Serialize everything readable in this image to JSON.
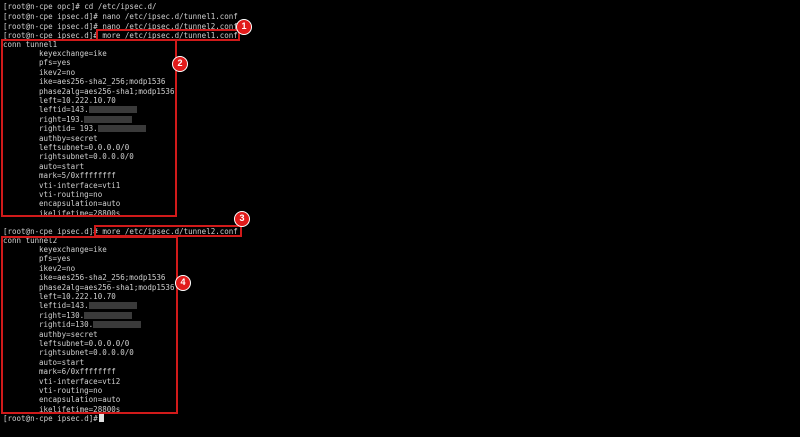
{
  "terminal": {
    "colors": {
      "background": "#000000",
      "text": "#d0d0d0",
      "highlight": "#d11a1a",
      "badge": "#e11b1b"
    },
    "history": [
      "[root@n-cpe opc]# cd /etc/ipsec.d/",
      "[root@n-cpe ipsec.d]# nano /etc/ipsec.d/tunnel1.conf",
      "[root@n-cpe ipsec.d]# nano /etc/ipsec.d/tunnel2.conf"
    ],
    "prompt": "[root@n-cpe ipsec.d]#",
    "commands": {
      "more1": " more /etc/ipsec.d/tunnel1.conf",
      "more2": " more /etc/ipsec.d/tunnel2.conf"
    },
    "tunnel1": {
      "header": "conn tunnel1",
      "lines": [
        "keyexchange=ike",
        "pfs=yes",
        "ikev2=no",
        "ike=aes256-sha2_256;modp1536",
        "phase2alg=aes256-sha1;modp1536",
        "left=10.222.10.70",
        "leftid=143.",
        "right=193.",
        "rightid= 193.",
        "authby=secret",
        "leftsubnet=0.0.0.0/0",
        "rightsubnet=0.0.0.0/0",
        "auto=start",
        "mark=5/0xffffffff",
        "vti-interface=vti1",
        "vti-routing=no",
        "encapsulation=auto",
        "ikelifetime=28800s"
      ]
    },
    "tunnel2": {
      "header": "conn tunnel2",
      "lines": [
        "keyexchange=ike",
        "pfs=yes",
        "ikev2=no",
        "ike=aes256-sha2_256;modp1536",
        "phase2alg=aes256-sha1;modp1536",
        "left=10.222.10.70",
        "leftid=143.",
        "right=130.",
        "rightid=130.",
        "authby=secret",
        "leftsubnet=0.0.0.0/0",
        "rightsubnet=0.0.0.0/0",
        "auto=start",
        "mark=6/0xffffffff",
        "vti-interface=vti2",
        "vti-routing=no",
        "encapsulation=auto",
        "ikelifetime=28800s"
      ]
    },
    "badges": [
      "1",
      "2",
      "3",
      "4"
    ]
  }
}
